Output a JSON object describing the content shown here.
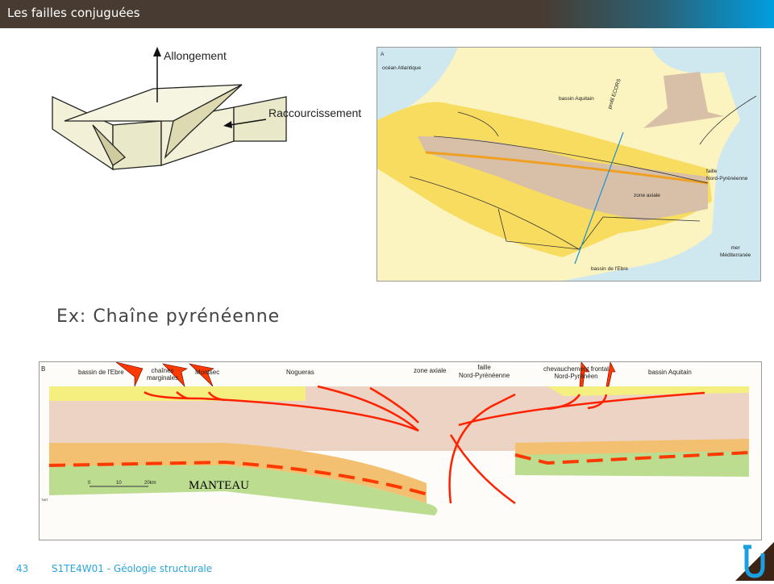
{
  "header": {
    "title": "Les failles conjuguées"
  },
  "block_diagram": {
    "label_up": "Allongement",
    "label_side": "Raccourcissement"
  },
  "map": {
    "panel_letter": "A",
    "labels": {
      "ocean": "océan Atlantique",
      "aquitain": "bassin Aquitain",
      "profile": "profil ECORS",
      "faille_1": "faille",
      "faille_2": "Nord-Pyrénéenne",
      "zone": "zone axiale",
      "mer_1": "mer",
      "mer_2": "Méditerranée",
      "ebre": "bassin de l'Ebre"
    }
  },
  "subtitle": "Ex: Chaîne pyrénéenne",
  "section": {
    "panel_letter": "B",
    "labels": {
      "ebre": "bassin de l'Ebre",
      "chaines_1": "chaînes",
      "chaines_2": "marginales",
      "montsec": "Montsec",
      "nogueras": "Nogueras",
      "zone": "zone axiale",
      "faille_1": "faille",
      "faille_2": "Nord-Pyrénéenne",
      "chev_1": "chevauchement frontal",
      "chev_2": "Nord-Pyrénéen",
      "aquitain": "bassin Aquitain",
      "manteau": "MANTEAU",
      "scale_0": "0",
      "scale_10": "10",
      "scale_20": "20km",
      "twt": "TWT"
    }
  },
  "footer": {
    "page": "43",
    "course": "S1TE4W01 - Géologie structurale"
  },
  "colors": {
    "accent": "#009ee0",
    "brand": "#483c32",
    "fault": "#ff2200"
  }
}
